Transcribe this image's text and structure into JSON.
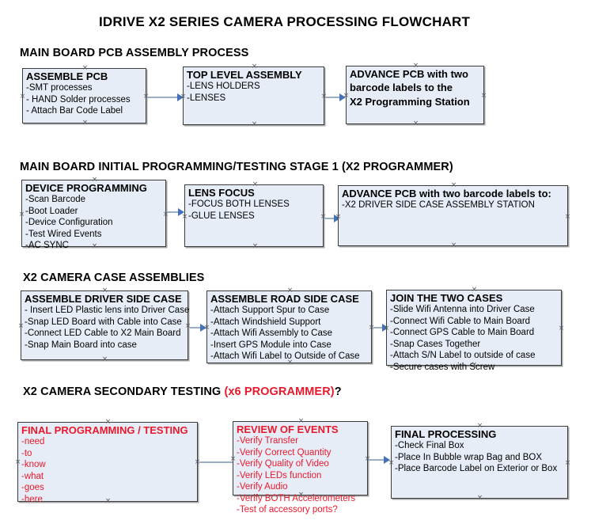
{
  "document": {
    "title": "IDRIVE X2  SERIES CAMERA PROCESSING FLOWCHART"
  },
  "sections": [
    {
      "id": "main-board-pcb-assembly",
      "heading": "MAIN BOARD PCB ASSEMBLY PROCESS",
      "boxes": [
        {
          "id": "assemble-pcb",
          "heading": "ASSEMBLE PCB",
          "lines": [
            "-SMT processes",
            "- HAND Solder processes",
            "- Attach Bar Code Label"
          ],
          "color": "black"
        },
        {
          "id": "top-level-assembly",
          "heading": "TOP LEVEL ASSEMBLY",
          "lines": [
            "-LENS HOLDERS",
            "-LENSES"
          ],
          "color": "black"
        },
        {
          "id": "advance-pcb-programming-station",
          "heading": "ADVANCE PCB with two",
          "lines": [
            "barcode labels to the",
            " X2 Programming Station"
          ],
          "color": "black"
        }
      ]
    },
    {
      "id": "main-board-initial-programming",
      "heading": "MAIN BOARD INITIAL PROGRAMMING/TESTING STAGE 1 (X2 PROGRAMMER)",
      "boxes": [
        {
          "id": "device-programming",
          "heading": "DEVICE PROGRAMMING",
          "lines": [
            "-Scan Barcode",
            "-Boot Loader",
            "-Device Configuration",
            "-Test Wired Events",
            "-AC SYNC"
          ],
          "color": "black"
        },
        {
          "id": "lens-focus",
          "heading": "LENS FOCUS",
          "lines": [
            "-FOCUS BOTH LENSES",
            "-GLUE LENSES"
          ],
          "color": "black"
        },
        {
          "id": "advance-pcb-driver-side-case",
          "heading": "ADVANCE PCB with two barcode labels to:",
          "lines": [
            "-X2 DRIVER  SIDE  CASE  ASSEMBLY STATION"
          ],
          "color": "black"
        }
      ]
    },
    {
      "id": "x2-camera-case-assemblies",
      "heading": "X2 CAMERA CASE ASSEMBLIES",
      "boxes": [
        {
          "id": "assemble-driver-side-case",
          "heading": "ASSEMBLE DRIVER SIDE CASE",
          "lines": [
            "- Insert LED Plastic lens into Driver Case",
            "-Snap LED Board with Cable into Case",
            "-Connect LED Cable to X2 Main Board",
            "-Snap Main Board into case"
          ],
          "color": "black"
        },
        {
          "id": "assemble-road-side-case",
          "heading": "ASSEMBLE ROAD SIDE CASE",
          "lines": [
            "-Attach Support Spur to Case",
            "-Attach Windshield Support",
            "-Attach Wifi Assembly to Case",
            "-Insert GPS Module into Case",
            "-Attach Wifi Label to Outside of Case"
          ],
          "color": "black"
        },
        {
          "id": "join-the-two-cases",
          "heading": "JOIN THE TWO CASES",
          "lines": [
            "-Slide Wifi Antenna into Driver Case",
            "-Connect Wifi Cable to Main Board",
            "-Connect GPS Cable to Main Board",
            "-Snap Cases Together",
            "-Attach S/N Label to outside of case",
            "-Secure cases with Screw"
          ],
          "color": "black"
        }
      ]
    },
    {
      "id": "x2-camera-secondary-testing",
      "heading": "X2 CAMERA SECONDARY TESTING ",
      "heading_accent": "(x6 PROGRAMMER)",
      "heading_suffix": "?",
      "boxes": [
        {
          "id": "final-programming-testing",
          "heading": "FINAL PROGRAMMING / TESTING",
          "lines": [
            "-need",
            "-to",
            "-know",
            "-what",
            "-goes",
            "-here"
          ],
          "color": "red"
        },
        {
          "id": "review-of-events",
          "heading": "REVIEW OF EVENTS",
          "lines": [
            "-Verify Transfer",
            "-Verify Correct Quantity",
            "-Verify Quality of Video",
            "-Verify LEDs function",
            "-Verify Audio",
            "-Verify BOTH Accelerometers",
            "-Test of accessory ports?"
          ],
          "color": "red"
        },
        {
          "id": "final-processing",
          "heading": "FINAL PROCESSING",
          "lines": [
            " -Check Final Box",
            "-Place In Bubble wrap Bag and BOX",
            "-Place Barcode Label on Exterior or Box"
          ],
          "color": "black"
        }
      ]
    }
  ],
  "colors": {
    "box_fill": "#e7edf7",
    "box_border": "#3c3c3c",
    "accent_red": "#e8192c",
    "connector_line": "#9aaec6",
    "connector_arrow": "#4472b8",
    "text": "#000000"
  }
}
